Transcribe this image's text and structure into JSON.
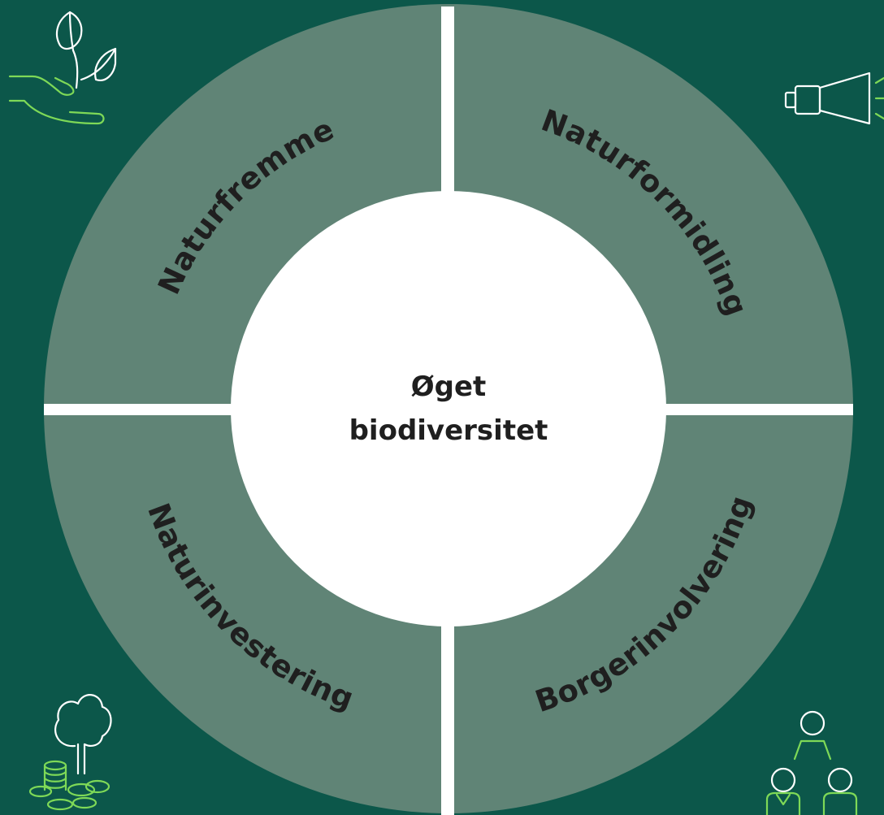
{
  "colors": {
    "background": "#0c574a",
    "ring": "#608476",
    "center": "#ffffff",
    "divider": "#ffffff",
    "text": "#1f1f1f",
    "icon_white": "#ffffff",
    "icon_green": "#7ed957"
  },
  "center": {
    "line1": "Øget",
    "line2": "biodiversitet"
  },
  "segments": {
    "top_left": {
      "label": "Naturfremme",
      "icon": "hand-with-sprout-icon"
    },
    "top_right": {
      "label": "Naturformidling",
      "icon": "megaphone-icon"
    },
    "bottom_left": {
      "label": "Naturinvestering",
      "icon": "tree-with-coins-icon"
    },
    "bottom_right": {
      "label": "Borgerinvolvering",
      "icon": "people-group-icon"
    }
  }
}
